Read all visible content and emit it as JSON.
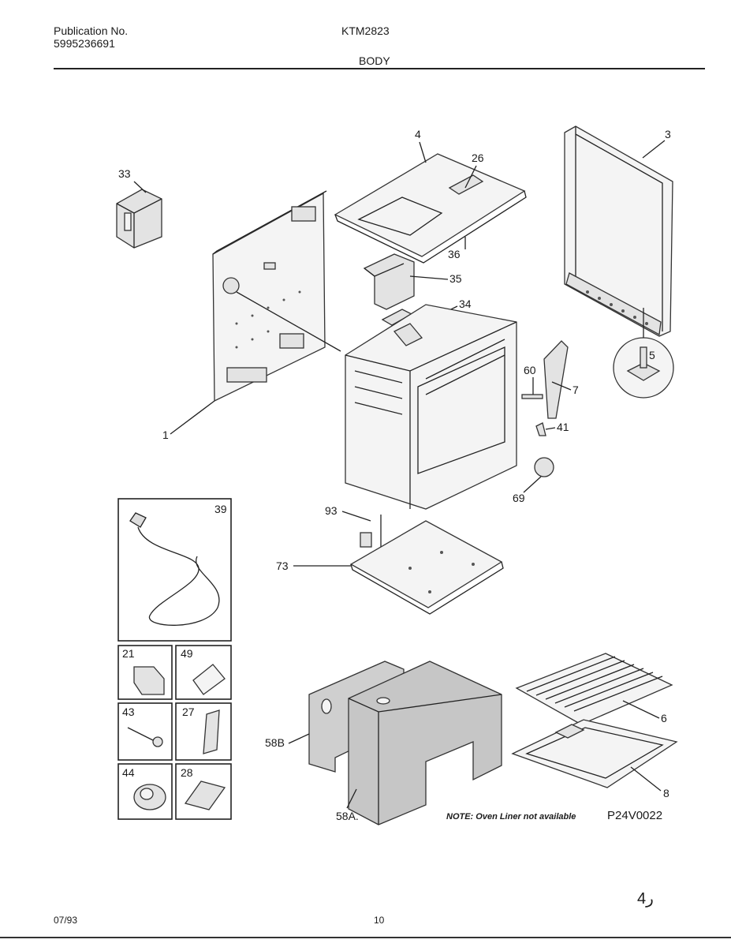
{
  "header": {
    "publication_label": "Publication No.",
    "publication_number": "5995236691",
    "model": "KTM2823",
    "section": "BODY"
  },
  "footer": {
    "date": "07/93",
    "page_mark": "ر4",
    "center_mark": "10"
  },
  "callouts": {
    "c1": "1",
    "c3": "3",
    "c4": "4",
    "c5": "5",
    "c6": "6",
    "c7": "7",
    "c8": "8",
    "c26": "26",
    "c33": "33",
    "c34": "34",
    "c35": "35",
    "c36": "36",
    "c39": "39",
    "c21": "21",
    "c49": "49",
    "c43": "43",
    "c27": "27",
    "c44": "44",
    "c28": "28",
    "c41": "41",
    "c60": "60",
    "c69": "69",
    "c73": "73",
    "c93": "93",
    "c58a": "58A.",
    "c58b": "58B"
  },
  "note": "NOTE: Oven Liner not available",
  "figure_code": "P24V0022"
}
